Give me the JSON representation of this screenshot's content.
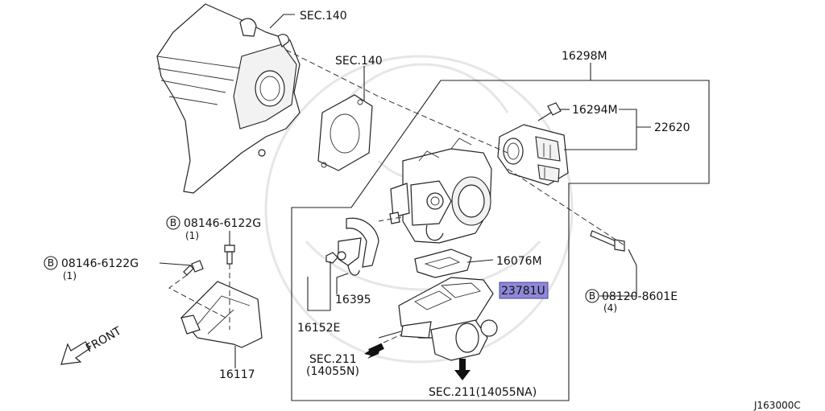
{
  "diagram_code": "J163000C",
  "callouts": {
    "sec140_top": "SEC.140",
    "sec140_mid": "SEC.140",
    "p16298m": "16298M",
    "p16294m": "16294M",
    "p22620": "22620",
    "bolt_upper": "08146-6122G",
    "bolt_upper_qty": "(1)",
    "bolt_left": "08146-6122G",
    "bolt_left_qty": "(1)",
    "p16076m": "16076M",
    "p23781u": "23781U",
    "bolt_right": "08120-8601E",
    "bolt_right_qty": "(4)",
    "p16395": "16395",
    "p16152e": "16152E",
    "sec211_a": "SEC.211",
    "sec211_a_sub": "(14055N)",
    "sec211_b": "SEC.211(14055NA)",
    "p16117": "16117",
    "front": "FRONT",
    "b_mark": "B"
  }
}
